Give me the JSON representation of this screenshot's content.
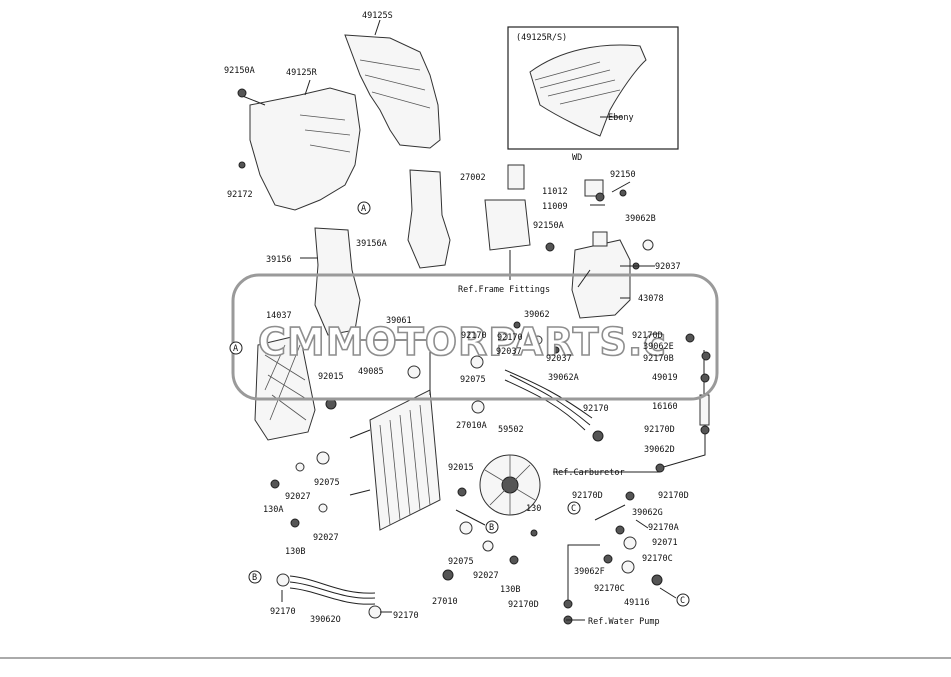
{
  "watermark": "CMMOTORPARTS.c",
  "callouts": {
    "p49125S": "49125S",
    "p92150A_top": "92150A",
    "p49125R": "49125R",
    "p92172": "92172",
    "p39156": "39156",
    "p39156A": "39156A",
    "p14037": "14037",
    "p92015_left": "92015",
    "p39061": "39061",
    "p49085": "49085",
    "p92170_mid": "92170",
    "p92075_a": "92075",
    "p27010A": "27010A",
    "p92015_b": "92015",
    "p92075_b": "92075",
    "p92027_a": "92027",
    "p130A": "130A",
    "p92027_b": "92027",
    "p130B_left": "130B",
    "p92075_c": "92075",
    "p92027_c": "92027",
    "p130B_right": "130B",
    "p27010": "27010",
    "p59502": "59502",
    "p130": "130",
    "p92170_left_b": "92170",
    "p39062O": "39062O",
    "p92170_bottom": "92170",
    "p27002": "27002",
    "p11012": "11012",
    "p11009": "11009",
    "p92150": "92150",
    "p92150A_mid": "92150A",
    "p39062B": "39062B",
    "p92037_a": "92037",
    "p43078": "43078",
    "p39062": "39062",
    "p92170_c": "92170",
    "p92037_b": "92037",
    "p92037_c": "92037",
    "p39062A": "39062A",
    "p92170_d": "92170",
    "p92170D_a": "92170D",
    "p39062E": "39062E",
    "p92170B": "92170B",
    "p49019": "49019",
    "p16160": "16160",
    "p92170D_b": "92170D",
    "p39062D": "39062D",
    "p92170D_c": "92170D",
    "p92170D_d": "92170D",
    "p39062G": "39062G",
    "p92170A": "92170A",
    "p92071": "92071",
    "p92170C_a": "92170C",
    "p39062F": "39062F",
    "p92170C_b": "92170C",
    "p49116": "49116",
    "p92170D_e": "92170D"
  },
  "references": {
    "frame_fittings": "Ref.Frame Fittings",
    "carburetor": "Ref.Carburetor",
    "water_pump": "Ref.Water Pump"
  },
  "inset": {
    "part": "(49125R/S)",
    "color": "Ebony",
    "market": "WD"
  },
  "circle_refs": {
    "A1": "A",
    "A2": "A",
    "B1": "B",
    "B2": "B",
    "C1": "C",
    "C2": "C"
  }
}
